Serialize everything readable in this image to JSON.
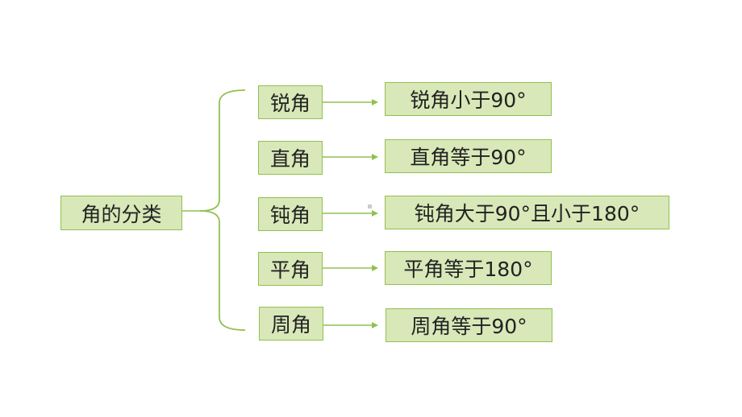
{
  "root": {
    "label": "角的分类"
  },
  "categories": [
    {
      "label": "锐角",
      "description": "锐角小于90°"
    },
    {
      "label": "直角",
      "description": "直角等于90°"
    },
    {
      "label": "钝角",
      "description": "钝角大于90°且小于180°"
    },
    {
      "label": "平角",
      "description": "平角等于180°"
    },
    {
      "label": "周角",
      "description": "周角等于90°"
    }
  ],
  "colors": {
    "box_fill": "#d8e8b8",
    "box_border": "#92c050",
    "connector": "#92c050"
  }
}
